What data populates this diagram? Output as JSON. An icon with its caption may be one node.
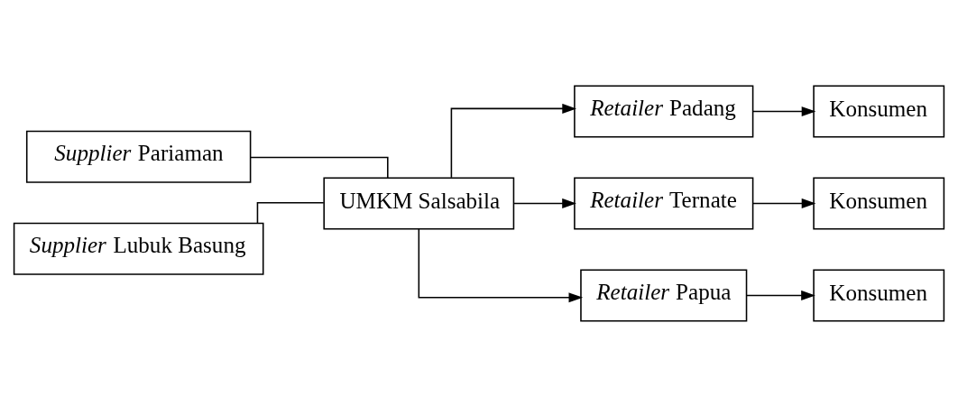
{
  "diagram": {
    "nodes": [
      {
        "text": [
          "*Supplier* Pariaman"
        ]
      },
      {
        "text": [
          "*Supplier* Lubuk Basung"
        ]
      },
      {
        "text": [
          "UMKM Salsabila"
        ]
      },
      {
        "text": [
          "*Retailer* Padang"
        ]
      },
      {
        "text": [
          "*Retailer* Ternate"
        ]
      },
      {
        "text": [
          "*Retailer* Papua"
        ]
      },
      {
        "text": [
          "Konsumen"
        ]
      },
      {
        "text": [
          "Konsumen"
        ]
      },
      {
        "text": [
          "Konsumen"
        ]
      }
    ],
    "edges": [
      {
        "from": 0,
        "to": 2,
        "arrow": "none"
      },
      {
        "from": 1,
        "to": 2,
        "arrow": "none"
      },
      {
        "from": 2,
        "to": 3,
        "arrow": "to"
      },
      {
        "from": 2,
        "to": 4,
        "arrow": "to"
      },
      {
        "from": 2,
        "to": 5,
        "arrow": "to"
      },
      {
        "from": 3,
        "to": 6,
        "arrow": "to"
      },
      {
        "from": 4,
        "to": 7,
        "arrow": "to"
      },
      {
        "from": 5,
        "to": 8,
        "arrow": "to"
      }
    ]
  }
}
